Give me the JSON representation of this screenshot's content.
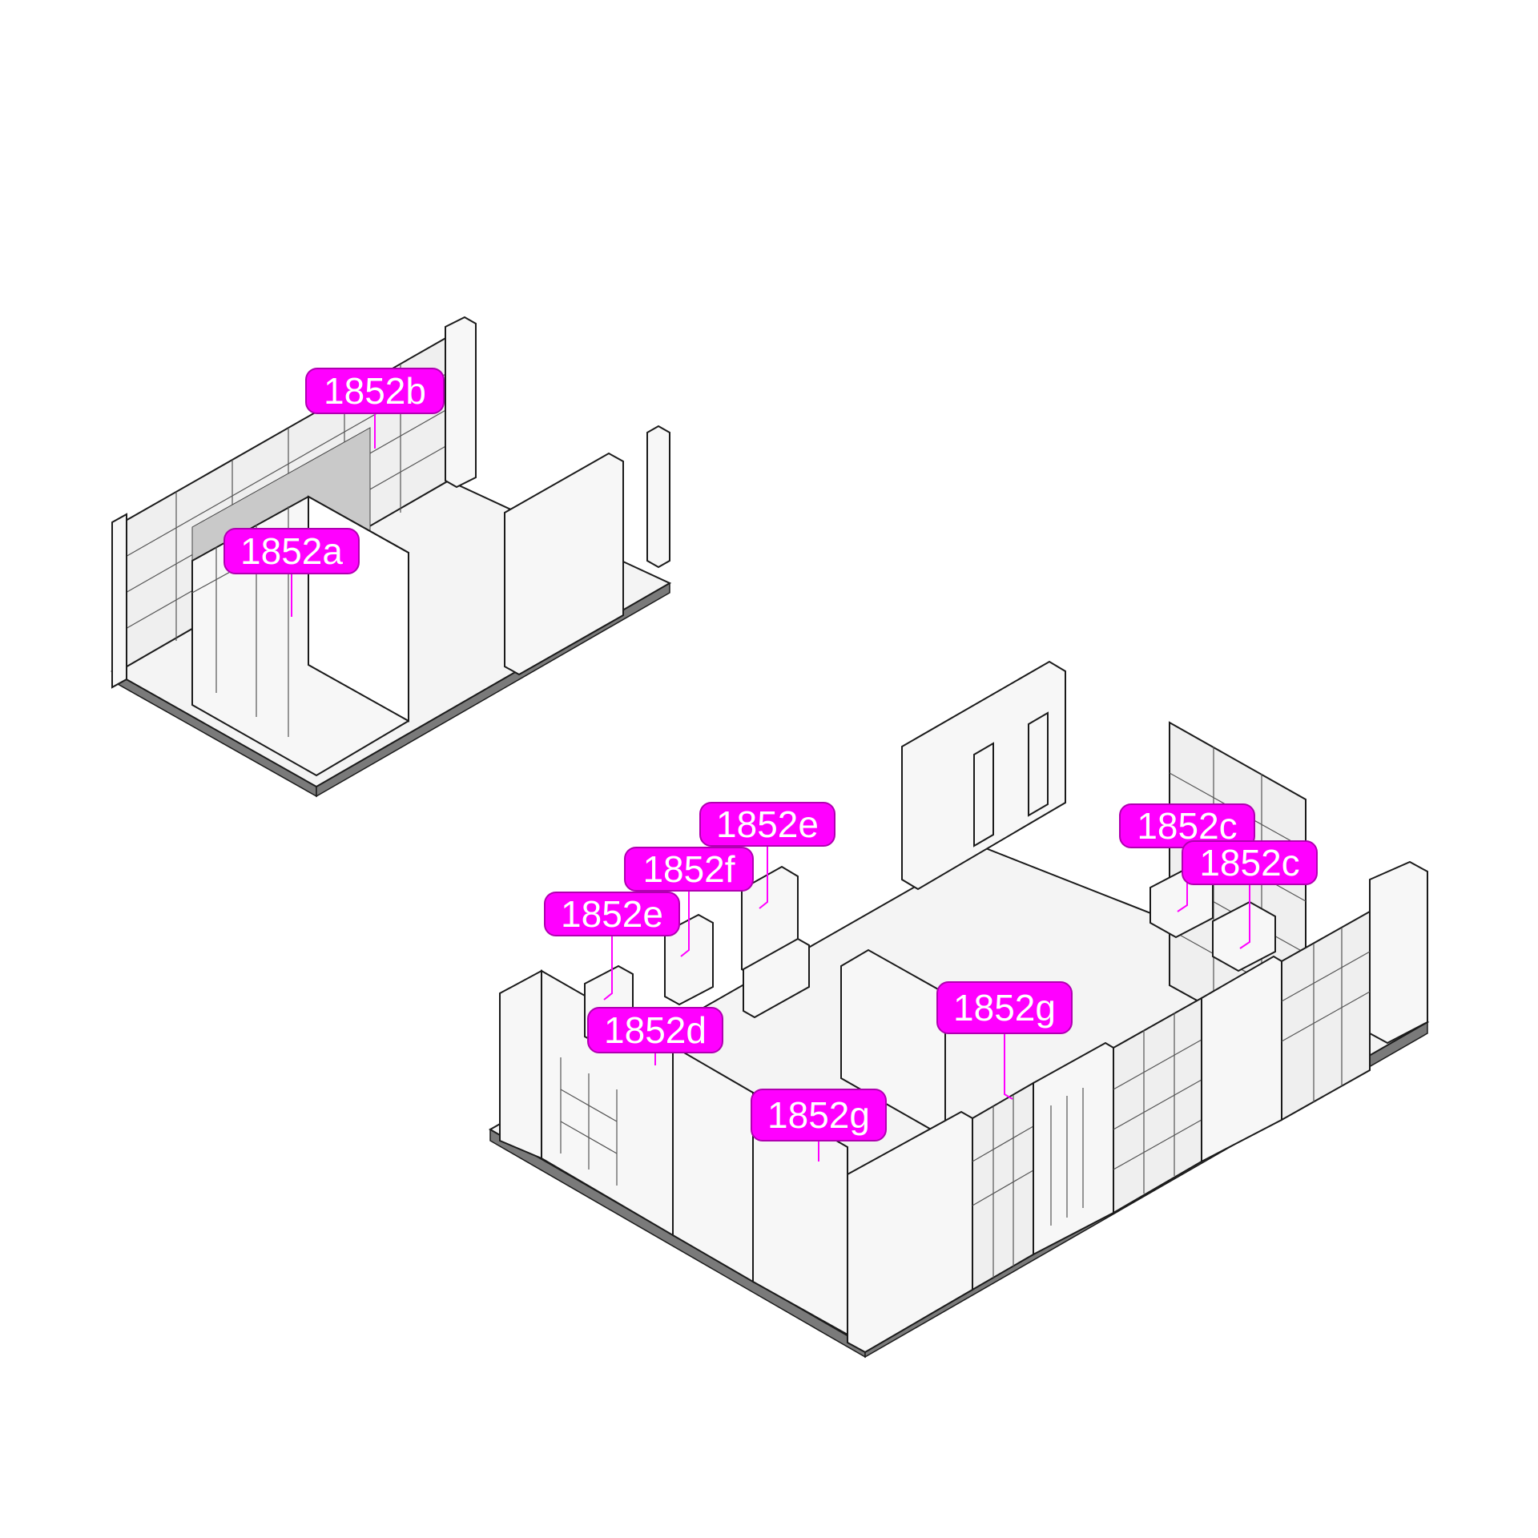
{
  "annotations": [
    {
      "id": "1852b",
      "label": "1852b"
    },
    {
      "id": "1852a",
      "label": "1852a"
    },
    {
      "id": "1852e_top",
      "label": "1852e"
    },
    {
      "id": "1852f",
      "label": "1852f"
    },
    {
      "id": "1852e_left",
      "label": "1852e"
    },
    {
      "id": "1852d",
      "label": "1852d"
    },
    {
      "id": "1852c_1",
      "label": "1852c"
    },
    {
      "id": "1852c_2",
      "label": "1852c"
    },
    {
      "id": "1852g_right",
      "label": "1852g"
    },
    {
      "id": "1852g_lower",
      "label": "1852g"
    }
  ],
  "colors": {
    "tag_fill": "#ff00ff",
    "tag_text": "#ffffff",
    "leader": "#ff00ff",
    "linework": "#1a1a1a"
  }
}
